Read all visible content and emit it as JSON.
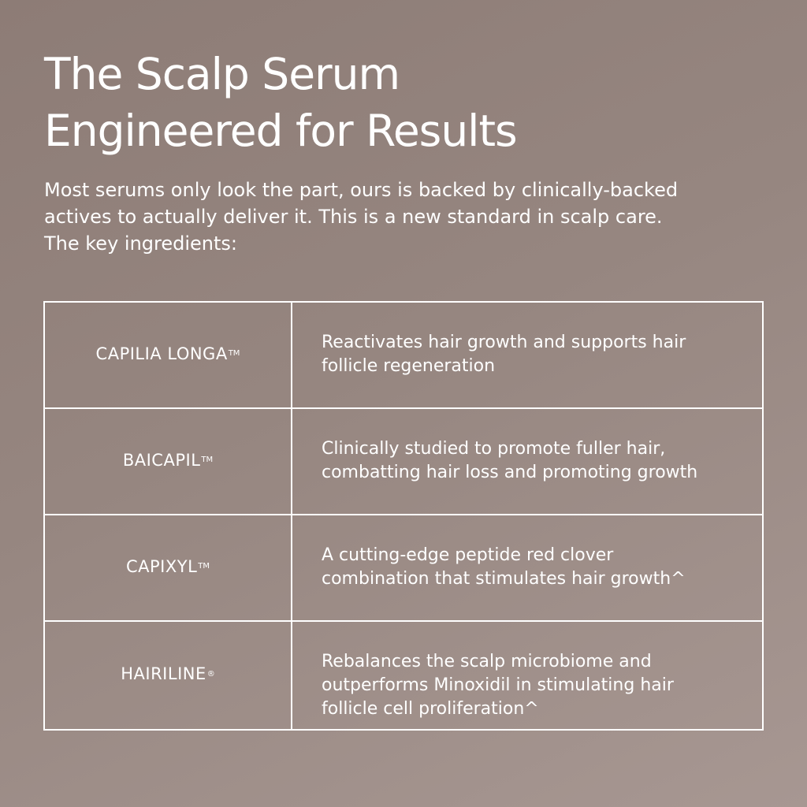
{
  "title_lines": [
    "The Scalp Serum",
    "Engineered for Results"
  ],
  "intro_lines": [
    "Most serums only look the part, ours is backed by clinically-backed",
    "actives to actually deliver it. This is a new standard in scalp care.",
    "The key ingredients:"
  ],
  "ingredients": [
    {
      "name": "CAPILIA LONGA",
      "mark": "TM",
      "description_lines": [
        "Reactivates hair growth and supports hair",
        "follicle regeneration"
      ]
    },
    {
      "name": "BAICAPIL",
      "mark": "TM",
      "description_lines": [
        "Clinically studied to promote fuller hair,",
        "combatting hair loss and promoting growth"
      ]
    },
    {
      "name": "CAPIXYL",
      "mark": "TM",
      "description_lines": [
        "A cutting-edge peptide red clover",
        "combination that stimulates hair growth^"
      ]
    },
    {
      "name": "HAIRILINE",
      "mark": "®",
      "description_lines": [
        "Rebalances the scalp microbiome and",
        "outperforms Minoxidil in stimulating hair",
        "follicle cell proliferation^"
      ]
    }
  ],
  "colors": {
    "background_start": "#8d7c76",
    "background_end": "#a79792",
    "text": "#ffffff",
    "border": "#ffffff"
  }
}
